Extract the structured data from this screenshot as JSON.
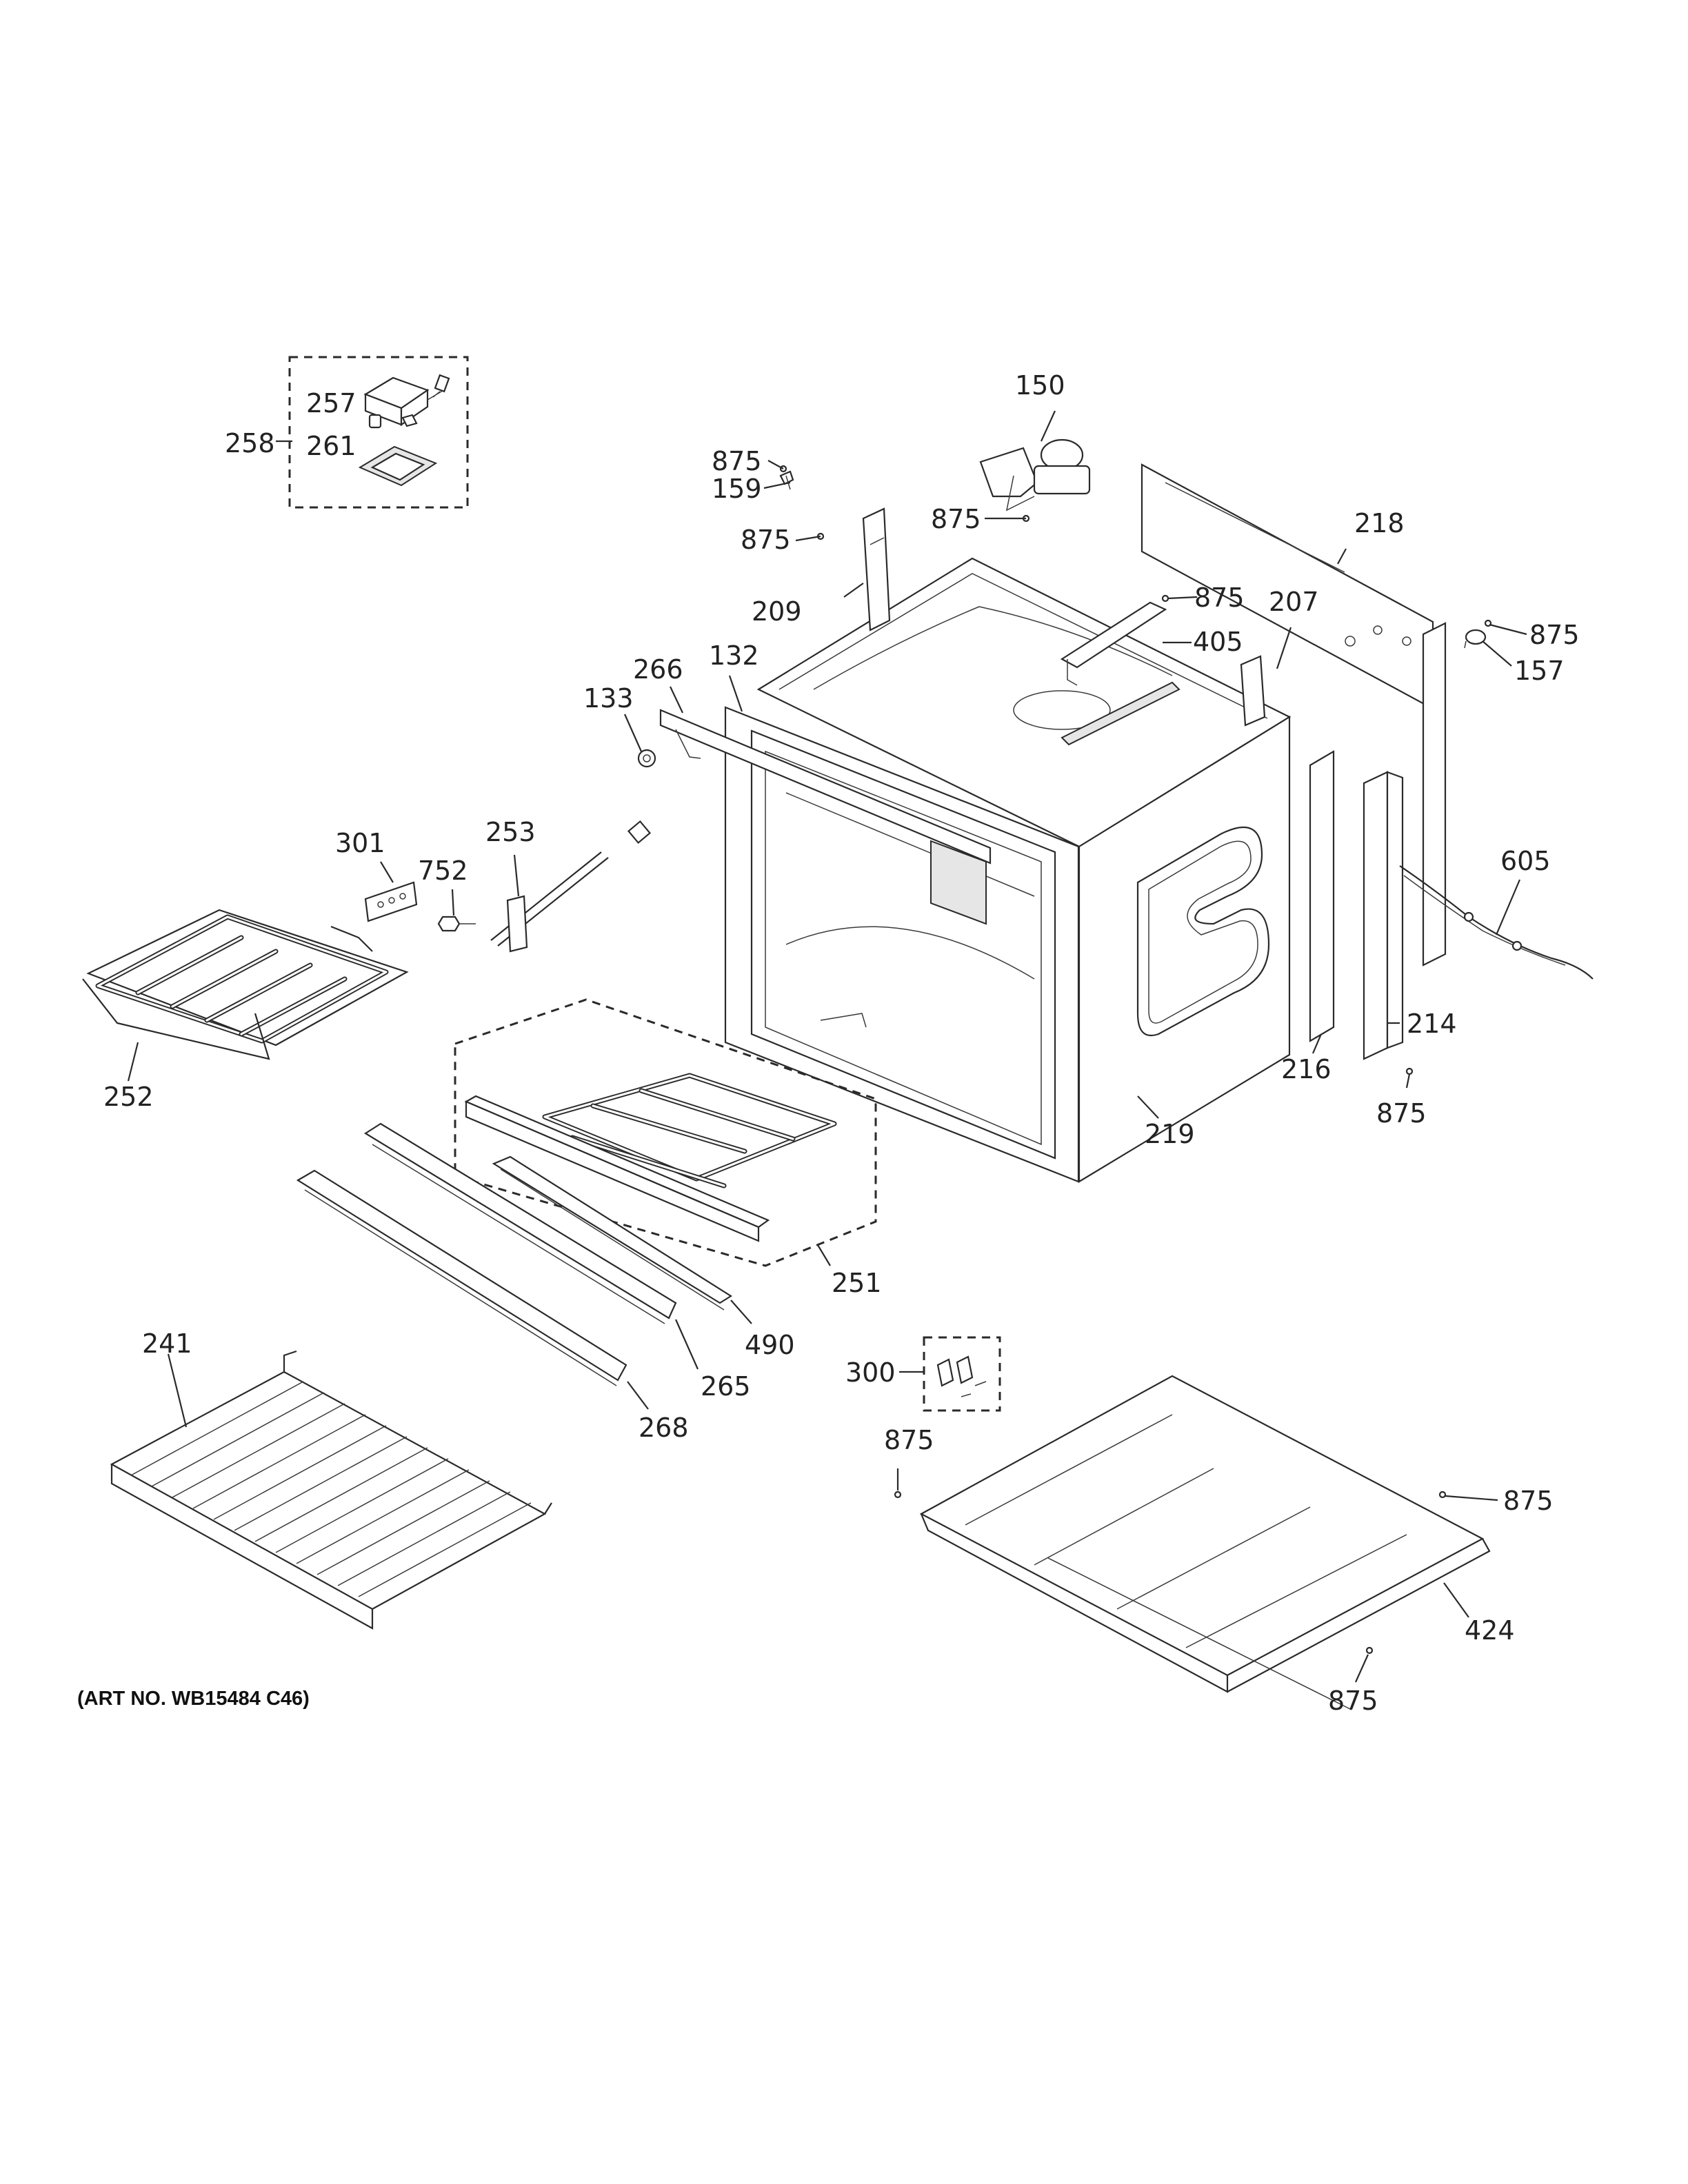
{
  "callouts": {
    "c150": "150",
    "c875_a": "875",
    "c159": "159",
    "c875_b": "875",
    "c875_c": "875",
    "c218": "218",
    "c209": "209",
    "c875_d": "875",
    "c207": "207",
    "c405": "405",
    "c875_e": "875",
    "c157": "157",
    "c266": "266",
    "c132": "132",
    "c133": "133",
    "c257": "257",
    "c258": "258",
    "c261": "261",
    "c301": "301",
    "c253": "253",
    "c752": "752",
    "c605": "605",
    "c214": "214",
    "c216": "216",
    "c875_f": "875",
    "c219": "219",
    "c252": "252",
    "c251": "251",
    "c490": "490",
    "c265": "265",
    "c268": "268",
    "c241": "241",
    "c300": "300",
    "c875_g": "875",
    "c875_h": "875",
    "c424": "424",
    "c875_i": "875"
  },
  "footer": {
    "art_number": "(ART NO. WB15484 C46)"
  }
}
